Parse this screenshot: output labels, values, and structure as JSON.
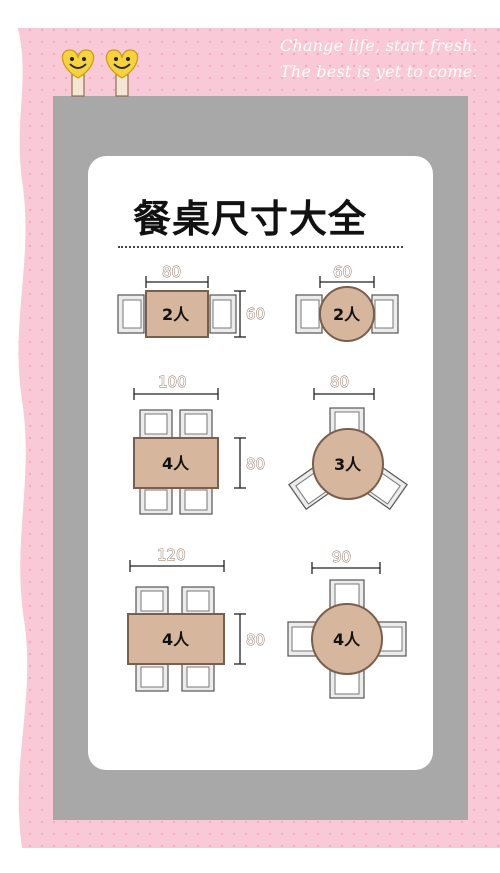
{
  "poster": {
    "tagline_line1": "Change life, start fresh.",
    "tagline_line2": "The best is yet to come.",
    "title": "餐桌尺寸大全"
  },
  "colors": {
    "background_pink": "#f9c9d7",
    "frame_grey": "#a8a8a8",
    "table_fill": "#d7b69e",
    "table_stroke": "#7a5f4c",
    "chair_fill": "#ececec",
    "dimension_text": "#c8a088",
    "emoji_yellow": "#f6d23c"
  },
  "tables": [
    {
      "id": "rect-2",
      "shape": "rectangle",
      "seats_label": "2人",
      "width_label": "80",
      "depth_label": "60"
    },
    {
      "id": "round-2",
      "shape": "round",
      "seats_label": "2人",
      "diameter_label": "60"
    },
    {
      "id": "rect-4-100",
      "shape": "rectangle",
      "seats_label": "4人",
      "width_label": "100",
      "depth_label": "80"
    },
    {
      "id": "round-3",
      "shape": "round",
      "seats_label": "3人",
      "diameter_label": "80"
    },
    {
      "id": "rect-4-120",
      "shape": "rectangle",
      "seats_label": "4人",
      "width_label": "120",
      "depth_label": "80"
    },
    {
      "id": "round-4",
      "shape": "round",
      "seats_label": "4人",
      "diameter_label": "90"
    }
  ],
  "icons": [
    "smiley-heart-icon",
    "smiley-heart-icon"
  ]
}
